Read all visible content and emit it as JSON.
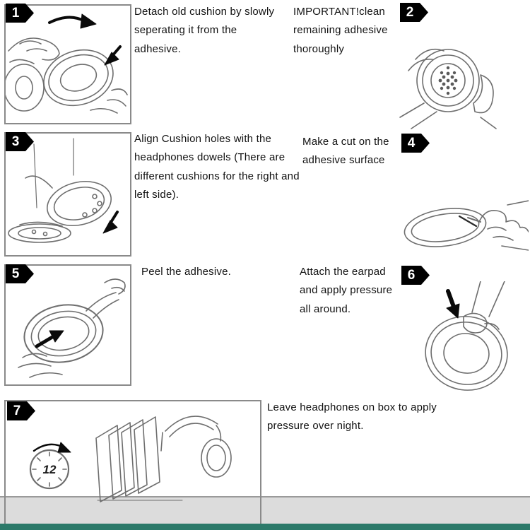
{
  "steps": [
    {
      "num": "1",
      "text": "Detach old cushion by slowly seperating it from the adhesive."
    },
    {
      "num": "2",
      "text": "IMPORTANT!clean remaining adhesive thoroughly"
    },
    {
      "num": "3",
      "text": "Align Cushion holes with the headphones dowels (There are different cushions for the right and left side)."
    },
    {
      "num": "4",
      "text": "Make a cut on the adhesive surface"
    },
    {
      "num": "5",
      "text": "Peel the adhesive."
    },
    {
      "num": "6",
      "text": "Attach the earpad and apply pressure all around."
    },
    {
      "num": "7",
      "text": "Leave headphones on box to apply pressure over night."
    }
  ],
  "clock_label": "12",
  "colors": {
    "line": "#6e6e6e",
    "badge": "#000000",
    "footer_bar": "#2c7a6a",
    "table_shadow": "#dcdcdc"
  }
}
